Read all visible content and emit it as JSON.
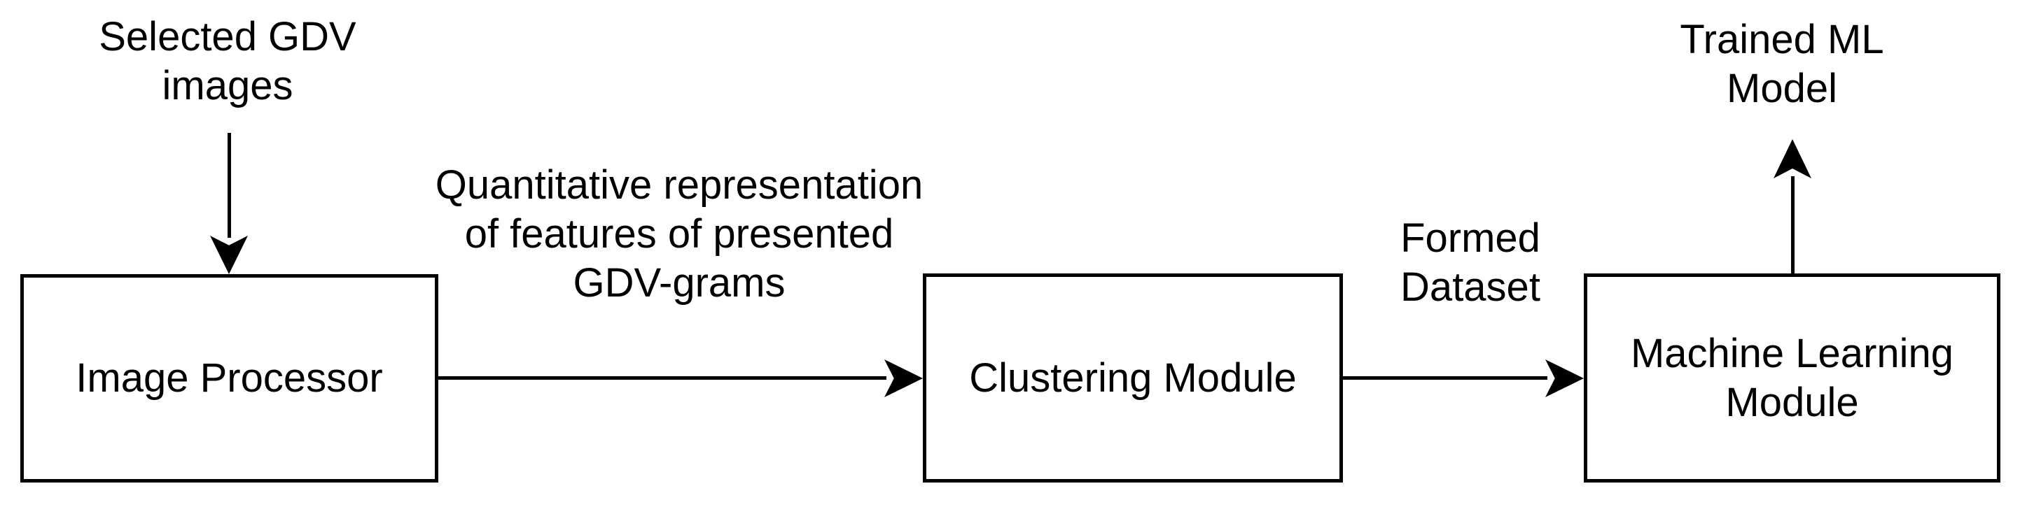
{
  "diagram": {
    "type": "flowchart",
    "background_color": "#ffffff",
    "stroke_color": "#000000",
    "text_color": "#000000",
    "nodes": [
      {
        "id": "image-processor",
        "lines": [
          "Image Processor"
        ]
      },
      {
        "id": "clustering-module",
        "lines": [
          "Clustering Module"
        ]
      },
      {
        "id": "machine-learning-module",
        "lines": [
          "Machine Learning",
          "Module"
        ]
      }
    ],
    "labels": [
      {
        "id": "input-label",
        "role": "input annotation of image-processor",
        "lines": [
          "Selected GDV",
          "images"
        ]
      },
      {
        "id": "edge1-label",
        "role": "label of edge image-processor to clustering",
        "lines": [
          "Quantitative representation",
          "of features of presented",
          "GDV-grams"
        ]
      },
      {
        "id": "edge2-label",
        "role": "label of edge clustering to machine-learning",
        "lines": [
          "Formed",
          "Dataset"
        ]
      },
      {
        "id": "output-label",
        "role": "output annotation of machine-learning-module",
        "lines": [
          "Trained ML",
          "Model"
        ]
      }
    ],
    "edges": [
      {
        "id": "input-to-image-processor",
        "direction": "down"
      },
      {
        "id": "image-processor-to-clustering",
        "direction": "right"
      },
      {
        "id": "clustering-to-machine-learning",
        "direction": "right"
      },
      {
        "id": "machine-learning-to-output",
        "direction": "up"
      }
    ]
  }
}
